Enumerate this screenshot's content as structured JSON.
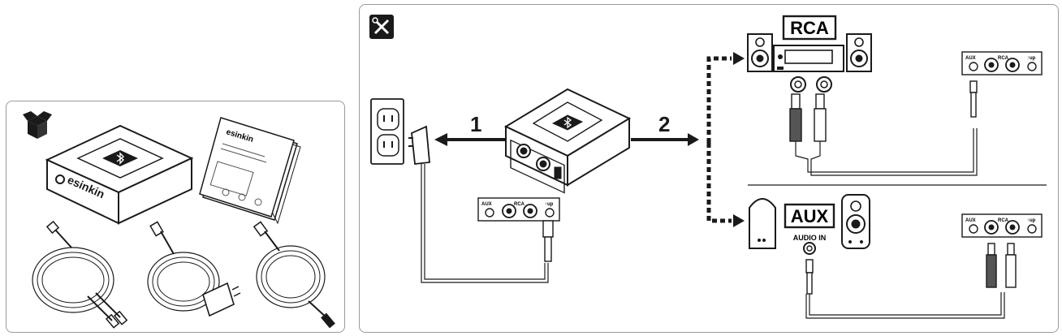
{
  "box_contents": {
    "package_icon": "open-box-icon",
    "device_brand": "esinkin",
    "manual_brand": "esinkin",
    "items": [
      "bluetooth-receiver",
      "quick-start-manual",
      "rca-cable",
      "power-adapter",
      "3.5mm-aux-cable"
    ]
  },
  "setup": {
    "tools_icon": "tools-icon",
    "step_1": "1",
    "step_2": "2",
    "device_port_labels": {
      "aux": "AUX",
      "rca": "RCA",
      "tup": "↑up"
    },
    "rca_target_title": "RCA",
    "aux_target_title": "AUX",
    "audio_in_label": "AUDIO IN",
    "amp_port_labels": {
      "aux": "AUX",
      "rca": "RCA",
      "tup": "↑up"
    },
    "aux_speaker_port_labels": {
      "aux": "AUX",
      "rca": "RCA",
      "tup": "↑up"
    }
  },
  "colors": {
    "line": "#1a1a1a",
    "border": "#9a9a9a",
    "background": "#ffffff"
  }
}
